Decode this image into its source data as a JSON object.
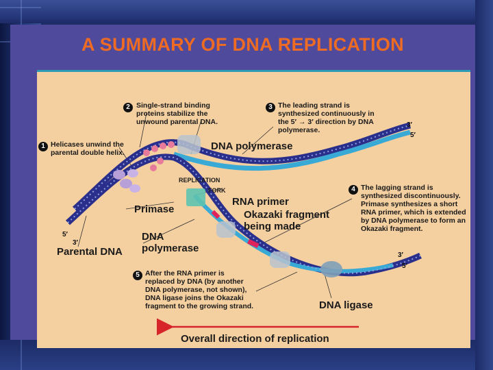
{
  "title": "A SUMMARY OF DNA REPLICATION",
  "steps": [
    {
      "num": "1",
      "text": "Helicases unwind the parental double helix."
    },
    {
      "num": "2",
      "text": "Single-strand binding proteins stabilize the unwound parental DNA."
    },
    {
      "num": "3",
      "text": "The leading strand is synthesized continuously in the 5′ → 3′ direction by DNA polymerase."
    },
    {
      "num": "4",
      "text": "The lagging strand is synthesized discontinuously. Primase synthesizes a short RNA primer, which is extended by DNA polymerase to form an Okazaki fragment."
    },
    {
      "num": "5",
      "text": "After the RNA primer is replaced by DNA (by another DNA polymerase, not shown), DNA ligase joins the Okazaki fragment to the growing strand."
    }
  ],
  "labels": {
    "dna_polymerase_top": "DNA polymerase",
    "replication": "REPLICATION",
    "fork": "FORK",
    "rna_primer": "RNA primer",
    "primase": "Primase",
    "okazaki_line1": "Okazaki fragment",
    "okazaki_line2": "being made",
    "dna_polymerase_bottom_1": "DNA",
    "dna_polymerase_bottom_2": "polymerase",
    "parental_dna": "Parental DNA",
    "dna_ligase": "DNA ligase",
    "overall_direction": "Overall direction of replication"
  },
  "strand_ends": {
    "top_3": "3′",
    "top_5": "5′",
    "left_5": "5′",
    "left_3": "3′",
    "right_3": "3′",
    "right_5": "5′"
  },
  "colors": {
    "title": "#ee6b24",
    "figure_bg": "#f4cfa0",
    "parental_strand": "#2b2f8c",
    "new_strand": "#39a9d6",
    "rna_primer": "#e0235a",
    "arrow": "#d7232a"
  }
}
